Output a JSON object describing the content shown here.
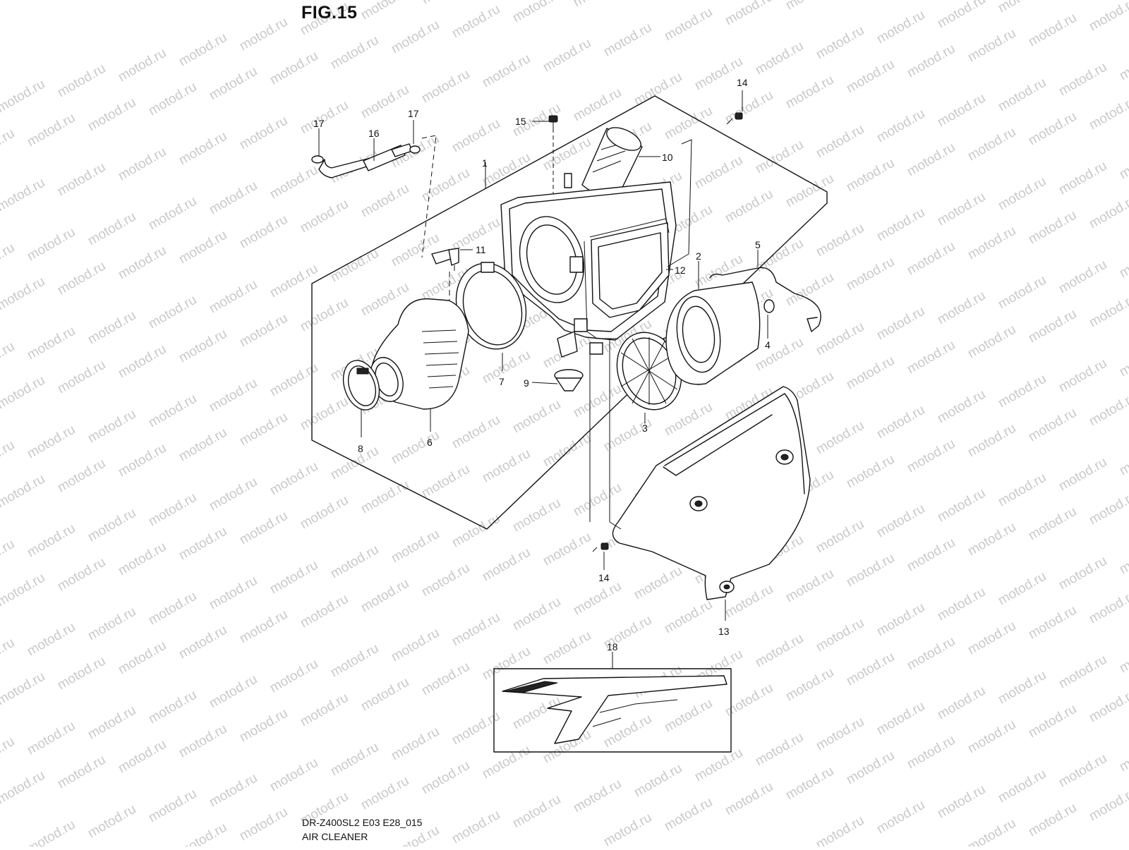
{
  "figure": {
    "title": "FIG.15"
  },
  "footer": {
    "model_code": "DR-Z400SL2 E03 E28_015",
    "section_name": "AIR CLEANER"
  },
  "watermark": {
    "text": "motod.ru",
    "color": "#c9c9c9"
  },
  "callouts": {
    "c1": "1",
    "c2": "2",
    "c3": "3",
    "c4": "4",
    "c5": "5",
    "c6": "6",
    "c7": "7",
    "c8": "8",
    "c9": "9",
    "c10": "10",
    "c11": "11",
    "c12": "12",
    "c13": "13",
    "c14a": "14",
    "c14b": "14",
    "c15": "15",
    "c16": "16",
    "c17a": "17",
    "c17b": "17",
    "c18": "18"
  }
}
